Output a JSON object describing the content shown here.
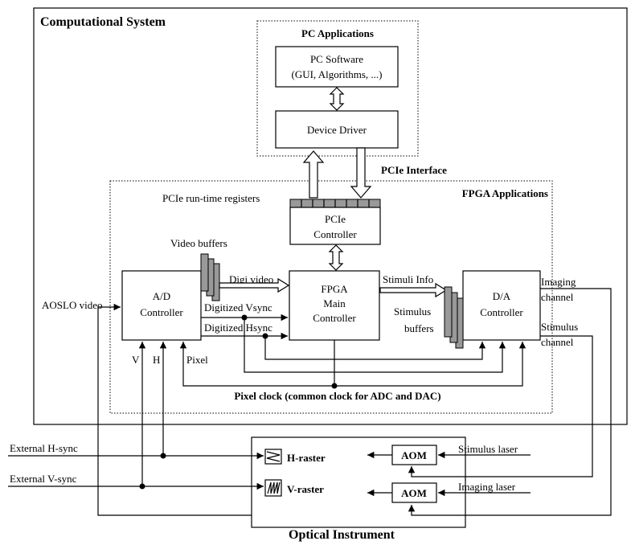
{
  "system": {
    "title": "Computational System",
    "pc_applications": "PC Applications",
    "pc_software_line1": "PC Software",
    "pc_software_line2": "(GUI, Algorithms, ...)",
    "device_driver": "Device Driver",
    "pcie_interface": "PCIe Interface",
    "fpga_applications": "FPGA Applications",
    "pcie_registers": "PCIe run-time registers",
    "pcie_controller_line1": "PCIe",
    "pcie_controller_line2": "Controller",
    "video_buffers": "Video buffers",
    "ad_line1": "A/D",
    "ad_line2": "Controller",
    "fpga_line1": "FPGA",
    "fpga_line2": "Main",
    "fpga_line3": "Controller",
    "da_line1": "D/A",
    "da_line2": "Controller",
    "digi_video": "Digi video",
    "digitized_vsync": "Digitized Vsync",
    "digitized_hsync": "Digitized Hsync",
    "stimuli_info": "Stimuli Info",
    "stimulus_buffers_line1": "Stimulus",
    "stimulus_buffers_line2": "buffers",
    "imaging_channel_line1": "Imaging",
    "imaging_channel_line2": "channel",
    "stimulus_channel_line1": "Stimulus",
    "stimulus_channel_line2": "channel",
    "aoslo_video": "AOSLO video",
    "v": "V",
    "h": "H",
    "pixel": "Pixel",
    "pixel_clock": "Pixel clock (common clock for ADC and DAC)"
  },
  "instrument": {
    "title": "Optical Instrument",
    "h_raster": "H-raster",
    "v_raster": "V-raster",
    "aom_top": "AOM",
    "aom_bottom": "AOM",
    "stimulus_laser": "Stimulus laser",
    "imaging_laser": "Imaging laser",
    "external_hsync": "External H-sync",
    "external_vsync": "External V-sync"
  }
}
